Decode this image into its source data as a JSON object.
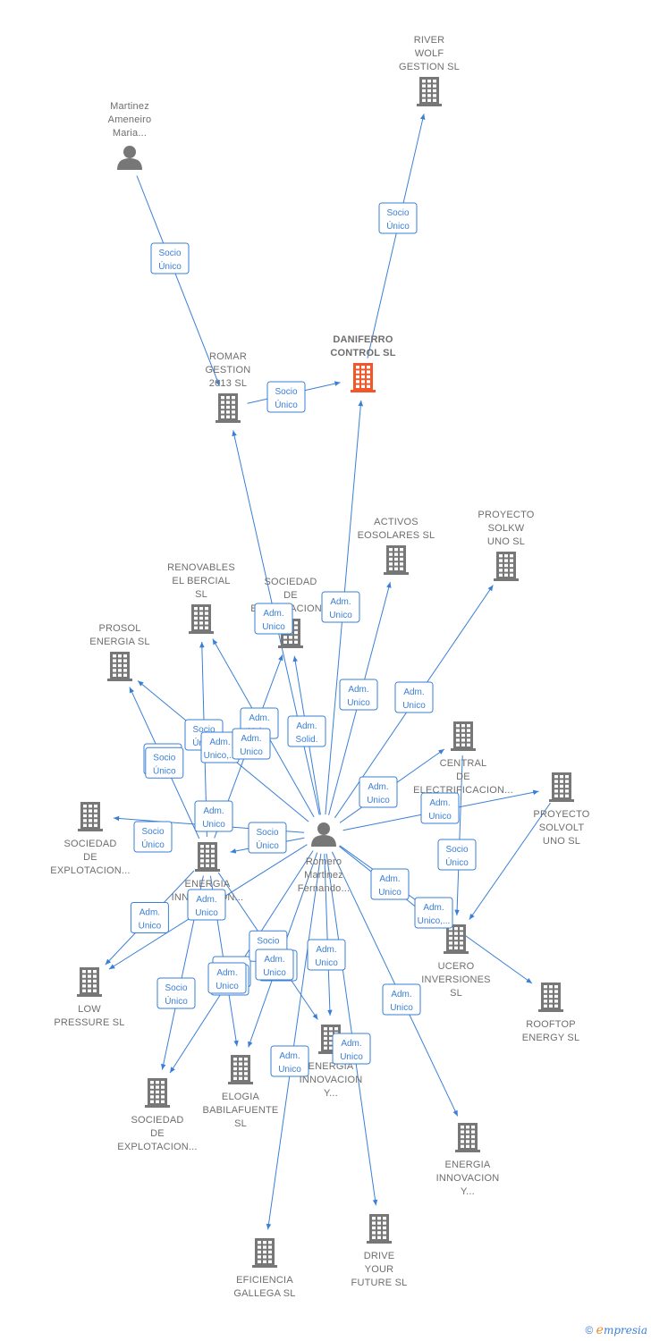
{
  "nodes": [
    {
      "id": "river",
      "type": "company",
      "lines": [
        "RIVER",
        "WOLF",
        "GESTION  SL"
      ]
    },
    {
      "id": "martinez",
      "type": "person",
      "lines": [
        "Martinez",
        "Ameneiro",
        "Maria..."
      ]
    },
    {
      "id": "daniferro",
      "type": "company",
      "main": true,
      "lines": [
        "DANIFERRO",
        "CONTROL  SL"
      ]
    },
    {
      "id": "romar",
      "type": "company",
      "lines": [
        "ROMAR",
        "GESTION",
        "2013  SL"
      ]
    },
    {
      "id": "activos",
      "type": "company",
      "lines": [
        "ACTIVOS",
        "EOSOLARES SL"
      ]
    },
    {
      "id": "solkw",
      "type": "company",
      "lines": [
        "PROYECTO",
        "SOLKW",
        "UNO  SL"
      ]
    },
    {
      "id": "renovables",
      "type": "company",
      "lines": [
        "RENOVABLES",
        "EL BERCIAL",
        "SL"
      ]
    },
    {
      "id": "sociedad1",
      "type": "company",
      "lines": [
        "SOCIEDAD",
        "DE",
        "EXPLOTACION..."
      ]
    },
    {
      "id": "prosol",
      "type": "company",
      "lines": [
        "PROSOL",
        "ENERGIA  SL"
      ]
    },
    {
      "id": "central",
      "type": "company",
      "lines": [
        "CENTRAL",
        "DE",
        "ELECTRIFICACION..."
      ]
    },
    {
      "id": "solvolt",
      "type": "company",
      "lines": [
        "PROYECTO",
        "SOLVOLT",
        "UNO  SL"
      ]
    },
    {
      "id": "sociedad2",
      "type": "company",
      "lines": [
        "SOCIEDAD",
        "DE",
        "EXPLOTACION..."
      ]
    },
    {
      "id": "romero",
      "type": "person",
      "lines": [
        "Romero",
        "Martinez",
        "Fernando..."
      ]
    },
    {
      "id": "energia1",
      "type": "company",
      "lines": [
        "ENERGIA",
        "INNOVACION..."
      ]
    },
    {
      "id": "ucero",
      "type": "company",
      "lines": [
        "UCERO",
        "INVERSIONES",
        "SL"
      ]
    },
    {
      "id": "low",
      "type": "company",
      "lines": [
        "LOW",
        "PRESSURE  SL"
      ]
    },
    {
      "id": "rooftop",
      "type": "company",
      "lines": [
        "ROOFTOP",
        "ENERGY  SL"
      ]
    },
    {
      "id": "energia2",
      "type": "company",
      "lines": [
        "ENERGIA",
        "INNOVACION",
        "Y..."
      ]
    },
    {
      "id": "elogia",
      "type": "company",
      "lines": [
        "ELOGIA",
        "BABILAFUENTE",
        "SL"
      ]
    },
    {
      "id": "sociedad3",
      "type": "company",
      "lines": [
        "SOCIEDAD",
        "DE",
        "EXPLOTACION..."
      ]
    },
    {
      "id": "energia3",
      "type": "company",
      "lines": [
        "ENERGIA",
        "INNOVACION",
        "Y..."
      ]
    },
    {
      "id": "drive",
      "type": "company",
      "lines": [
        "DRIVE",
        "YOUR",
        "FUTURE  SL"
      ]
    },
    {
      "id": "eficiencia",
      "type": "company",
      "lines": [
        "EFICIENCIA",
        "GALLEGA SL"
      ]
    }
  ],
  "edges": [
    {
      "from": "martinez",
      "to": "romar",
      "label": [
        "Socio",
        "Único"
      ]
    },
    {
      "from": "daniferro",
      "to": "river",
      "label": [
        "Socio",
        "Único"
      ]
    },
    {
      "from": "romar",
      "to": "daniferro",
      "label": [
        "Socio",
        "Único"
      ]
    },
    {
      "from": "romero",
      "to": "daniferro",
      "label": [
        "Adm.",
        "Unico"
      ]
    },
    {
      "from": "romero",
      "to": "romar",
      "label": []
    },
    {
      "from": "romero",
      "to": "activos",
      "label": [
        "Adm.",
        "Unico"
      ]
    },
    {
      "from": "romero",
      "to": "solkw",
      "label": [
        "Adm.",
        "Unico"
      ]
    },
    {
      "from": "romero",
      "to": "renovables",
      "label": [
        "Adm.",
        "Unico"
      ]
    },
    {
      "from": "romero",
      "to": "sociedad1",
      "label": [
        "Adm.",
        "Solid."
      ]
    },
    {
      "from": "romero",
      "to": "prosol",
      "label": [
        "Socio",
        "Único"
      ]
    },
    {
      "from": "romero",
      "to": "central",
      "label": [
        "Adm.",
        "Unico"
      ]
    },
    {
      "from": "romero",
      "to": "solvolt",
      "label": [
        "Adm.",
        "Unico"
      ]
    },
    {
      "from": "romero",
      "to": "sociedad2",
      "label": [
        "Socio",
        "Único"
      ]
    },
    {
      "from": "romero",
      "to": "energia1",
      "label": [
        "Socio",
        "Único"
      ]
    },
    {
      "from": "romero",
      "to": "ucero",
      "label": [
        "Adm.",
        "Unico"
      ]
    },
    {
      "from": "romero",
      "to": "rooftop",
      "label": [
        "Adm.",
        "Unico,..."
      ]
    },
    {
      "from": "romero",
      "to": "low",
      "label": [
        "Adm.",
        "Unico"
      ]
    },
    {
      "from": "romero",
      "to": "energia2",
      "label": [
        "Adm.",
        "Unico"
      ]
    },
    {
      "from": "romero",
      "to": "elogia",
      "label": [
        "Socio",
        "Único"
      ]
    },
    {
      "from": "romero",
      "to": "sociedad3",
      "label": [
        "Adm.",
        "Unico"
      ]
    },
    {
      "from": "romero",
      "to": "energia3",
      "label": [
        "Adm.",
        "Unico"
      ]
    },
    {
      "from": "romero",
      "to": "drive",
      "label": [
        "Adm.",
        "Unico"
      ]
    },
    {
      "from": "romero",
      "to": "eficiencia",
      "label": [
        "Adm.",
        "Unico"
      ]
    },
    {
      "from": "energia1",
      "to": "sociedad1",
      "label": [
        "Adm.",
        "Unico"
      ]
    },
    {
      "from": "energia1",
      "to": "renovables",
      "label": [
        "Socio",
        "Único"
      ]
    },
    {
      "from": "energia1",
      "to": "prosol",
      "label": [
        "Socio",
        "Único"
      ]
    },
    {
      "from": "energia1",
      "to": "low",
      "label": [
        "Adm.",
        "Unico"
      ]
    },
    {
      "from": "energia1",
      "to": "sociedad3",
      "label": [
        "Socio",
        "Único"
      ]
    },
    {
      "from": "energia1",
      "to": "elogia",
      "label": [
        "Adm.",
        "Unico"
      ]
    },
    {
      "from": "energia1",
      "to": "energia2",
      "label": [
        "Socio",
        "Único"
      ]
    },
    {
      "from": "central",
      "to": "ucero",
      "label": [
        "Socio",
        "Único"
      ]
    },
    {
      "from": "solvolt",
      "to": "ucero",
      "label": []
    }
  ],
  "extra_labels": [
    {
      "label": [
        "Adm.",
        "Unico,..."
      ]
    },
    {
      "label": [
        "Adm.",
        "Unico"
      ]
    },
    {
      "label": [
        "Adm.",
        "Unico"
      ]
    },
    {
      "label": [
        "Adm.",
        "Unico"
      ]
    },
    {
      "label": [
        "Adm.",
        "Unico"
      ]
    }
  ],
  "footer": {
    "copyright": "©",
    "brand_first": "e",
    "brand_rest": "mpresia"
  },
  "colors": {
    "edge": "#3a7fd6",
    "node": "#777777",
    "main": "#f0582c",
    "text": "#6e6e6e"
  }
}
